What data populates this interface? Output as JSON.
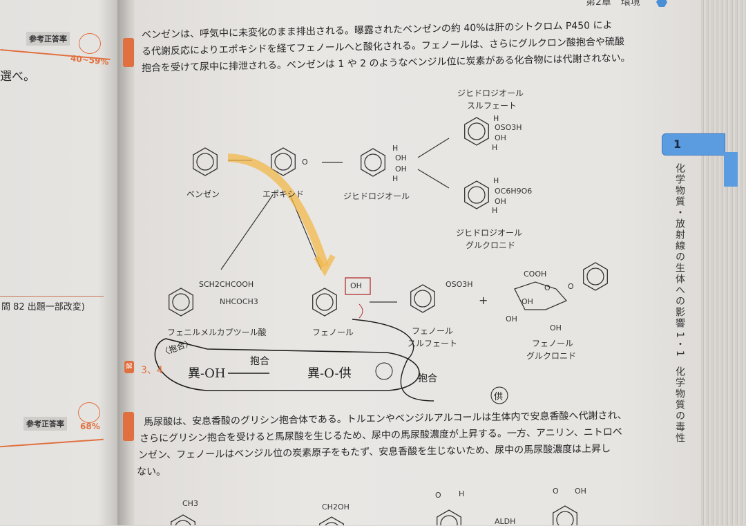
{
  "header": {
    "chapter": "第2章　環境"
  },
  "left_page": {
    "badge1": {
      "label": "参考正答率",
      "rate": "40~59%"
    },
    "text_fragment": "選べ。",
    "source_note": "問 82 出題一部改変)",
    "badge2": {
      "label": "参考正答率",
      "rate": "68%"
    }
  },
  "side_tab": {
    "number": "1",
    "chapter_title": "化学物質・放射線の生体への影響",
    "section_number": "1・1",
    "section_title": "化学物質の毒性",
    "tab_color": "#4a8fd6"
  },
  "explanation1": {
    "lines": [
      "ベンゼンは、呼気中に未変化のまま排出される。曝露されたベンゼンの約 40%は肝のシトクロム P450 によ",
      "る代謝反応によりエポキシドを経てフェノールへと酸化される。フェノールは、さらにグルクロン酸抱合や硫酸",
      "抱合を受けて尿中に排泄される。ベンゼンは 1 や 2 のようなベンジル位に炭素がある化合物には代謝されない。"
    ]
  },
  "scheme": {
    "benzene": "ベンゼン",
    "epoxide": "エポキシド",
    "epoxide_o": "O",
    "dihydrodiol": "ジヒドロジオール",
    "dihydrodiol_groups": [
      "H",
      "OH",
      "OH",
      "H"
    ],
    "sulfate_name": [
      "ジヒドロジオール",
      "スルフェート"
    ],
    "sulfate_groups": [
      "H",
      "OSO3H",
      "OH",
      "H"
    ],
    "glucuronide_name": [
      "ジヒドロジオール",
      "グルクロニド"
    ],
    "glucuronide_groups": [
      "H",
      "OC6H9O6",
      "OH",
      "H"
    ],
    "mercapturic_groups": [
      "SCH2CHCOOH",
      "NHCOCH3"
    ],
    "mercapturic_name": "フェニルメルカプツール酸",
    "phenol_oh": "OH",
    "phenol_name": "フェノール",
    "phenol_sulfate_group": "OSO3H",
    "phenol_sulfate_name": [
      "フェノール",
      "スルフェート"
    ],
    "plus": "+",
    "phenol_glucuronide_groups": [
      "COOH",
      "OH",
      "OH",
      "OH",
      "O",
      "O"
    ],
    "phenol_glucuronide_name": [
      "フェノール",
      "グルクロニド"
    ],
    "highlight_color": "#f2b84a"
  },
  "answer1": {
    "icon": "解",
    "value": "3、4"
  },
  "handwritten": {
    "tag": "〈抱合〉",
    "reactant": "異-OH",
    "arrow_label": "抱合",
    "product": "異-O-供",
    "side_label": "抱合",
    "side_product": "供"
  },
  "explanation2": {
    "lines": [
      "馬尿酸は、安息香酸のグリシン抱合体である。トルエンやベンジルアルコールは生体内で安息香酸へ代謝され、",
      "さらにグリシン抱合を受けると馬尿酸を生じるため、尿中の馬尿酸濃度が上昇する。一方、アニリン、ニトロベ",
      "ンゼン、フェノールはベンジル位の炭素原子をもたず、安息香酸を生じないため、尿中の馬尿酸濃度は上昇し",
      "ない。"
    ]
  },
  "bottom_scheme": {
    "toluene": "CH3",
    "benzyl_alcohol": "CH2OH",
    "aldehyde": [
      "O",
      "H"
    ],
    "enzyme": "ALDH",
    "acid": [
      "O",
      "OH"
    ]
  },
  "accent_color": "#e0703f"
}
